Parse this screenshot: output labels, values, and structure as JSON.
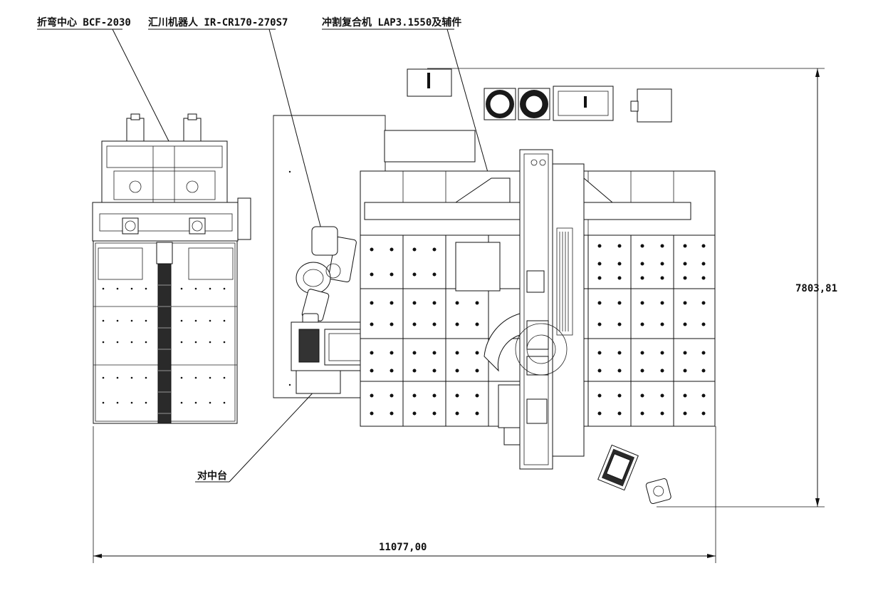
{
  "labels": {
    "bending_center": "折弯中心 BCF-2030",
    "robot": "汇川机器人 IR-CR170-270S7",
    "punch_shear": "冲割复合机 LAP3.1550及辅件",
    "centering_table": "对中台"
  },
  "dimensions": {
    "width": "11077,00",
    "height": "7803,81"
  }
}
